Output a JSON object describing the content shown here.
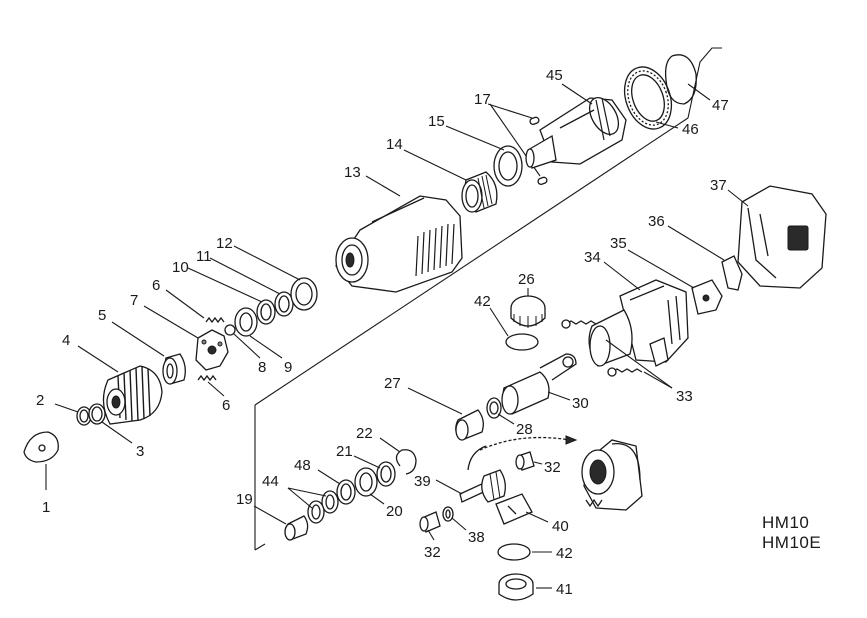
{
  "diagram": {
    "models": [
      "HM10",
      "HM10E"
    ],
    "part_numbers": [
      "1",
      "2",
      "3",
      "4",
      "5",
      "6",
      "7",
      "8",
      "9",
      "10",
      "11",
      "12",
      "13",
      "14",
      "15",
      "17",
      "19",
      "20",
      "21",
      "22",
      "26",
      "27",
      "28",
      "30",
      "32",
      "33",
      "34",
      "35",
      "36",
      "37",
      "38",
      "39",
      "40",
      "41",
      "42",
      "44",
      "45",
      "46",
      "47",
      "48"
    ]
  },
  "parts": [
    {
      "id": "1",
      "label": "1"
    },
    {
      "id": "2",
      "label": "2"
    },
    {
      "id": "3",
      "label": "3"
    },
    {
      "id": "4",
      "label": "4"
    },
    {
      "id": "5",
      "label": "5"
    },
    {
      "id": "6a",
      "label": "6"
    },
    {
      "id": "6b",
      "label": "6"
    },
    {
      "id": "7",
      "label": "7"
    },
    {
      "id": "8",
      "label": "8"
    },
    {
      "id": "9",
      "label": "9"
    },
    {
      "id": "10",
      "label": "10"
    },
    {
      "id": "11",
      "label": "11"
    },
    {
      "id": "12",
      "label": "12"
    },
    {
      "id": "13",
      "label": "13"
    },
    {
      "id": "14",
      "label": "14"
    },
    {
      "id": "15",
      "label": "15"
    },
    {
      "id": "17",
      "label": "17"
    },
    {
      "id": "19",
      "label": "19"
    },
    {
      "id": "20",
      "label": "20"
    },
    {
      "id": "21",
      "label": "21"
    },
    {
      "id": "22",
      "label": "22"
    },
    {
      "id": "26",
      "label": "26"
    },
    {
      "id": "27",
      "label": "27"
    },
    {
      "id": "28",
      "label": "28"
    },
    {
      "id": "30",
      "label": "30"
    },
    {
      "id": "32a",
      "label": "32"
    },
    {
      "id": "32b",
      "label": "32"
    },
    {
      "id": "33",
      "label": "33"
    },
    {
      "id": "34",
      "label": "34"
    },
    {
      "id": "35",
      "label": "35"
    },
    {
      "id": "36",
      "label": "36"
    },
    {
      "id": "37",
      "label": "37"
    },
    {
      "id": "38",
      "label": "38"
    },
    {
      "id": "39",
      "label": "39"
    },
    {
      "id": "40",
      "label": "40"
    },
    {
      "id": "41",
      "label": "41"
    },
    {
      "id": "42a",
      "label": "42"
    },
    {
      "id": "42b",
      "label": "42"
    },
    {
      "id": "44",
      "label": "44"
    },
    {
      "id": "45",
      "label": "45"
    },
    {
      "id": "46",
      "label": "46"
    },
    {
      "id": "47",
      "label": "47"
    },
    {
      "id": "48",
      "label": "48"
    }
  ]
}
